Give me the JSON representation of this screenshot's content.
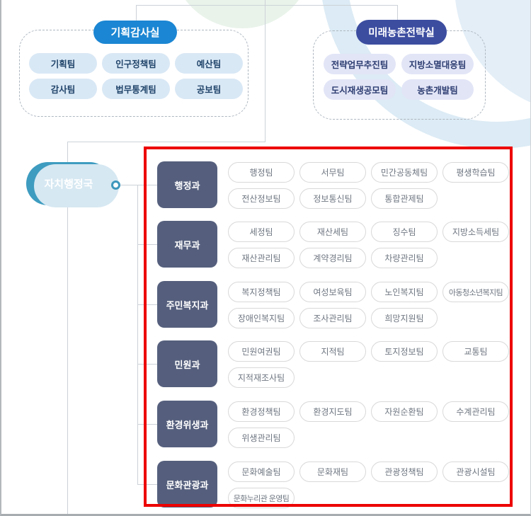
{
  "top_sections": [
    {
      "name": "기획감사실",
      "teams": [
        "기획팀",
        "인구정책팀",
        "예산팀",
        "감사팀",
        "법무통계팀",
        "공보팀"
      ]
    },
    {
      "name": "미래농촌전략실",
      "teams": [
        "전략업무추진팀",
        "지방소멸대응팀",
        "도시재생공모팀",
        "농촌개발팀"
      ]
    }
  ],
  "bureau": {
    "name": "자치행정국"
  },
  "departments": [
    {
      "name": "행정과",
      "teams": [
        "행정팀",
        "서무팀",
        "민간공동체팀",
        "평생학습팀",
        "전산정보팀",
        "정보통신팀",
        "통합관제팀"
      ]
    },
    {
      "name": "재무과",
      "teams": [
        "세정팀",
        "재산세팀",
        "징수팀",
        "지방소득세팀",
        "재산관리팀",
        "계약경리팀",
        "차량관리팀"
      ]
    },
    {
      "name": "주민복지과",
      "teams": [
        "복지정책팀",
        "여성보육팀",
        "노인복지팀",
        "아동청소년복지팀",
        "장애인복지팀",
        "조사관리팀",
        "희망지원팀"
      ]
    },
    {
      "name": "민원과",
      "teams": [
        "민원여권팀",
        "지적팀",
        "토지정보팀",
        "교통팀",
        "지적재조사팀"
      ]
    },
    {
      "name": "환경위생과",
      "teams": [
        "환경정책팀",
        "환경지도팀",
        "자원순환팀",
        "수계관리팀",
        "위생관리팀"
      ]
    },
    {
      "name": "문화관광과",
      "teams": [
        "문화예술팀",
        "문화재팀",
        "관광정책팀",
        "관광시설팀",
        "문화누리관 운영팀"
      ]
    }
  ],
  "colors": {
    "section1_header": "#1b86d3",
    "section2_header": "#3c4da0",
    "section1_pill_bg": "#d9e8f5",
    "section2_pill_bg": "#e2e5f6",
    "bureau_node": "#3e9cc0",
    "department_box": "#555f7d",
    "highlight_border": "#ed0000",
    "connector": "#ccd2d8"
  }
}
